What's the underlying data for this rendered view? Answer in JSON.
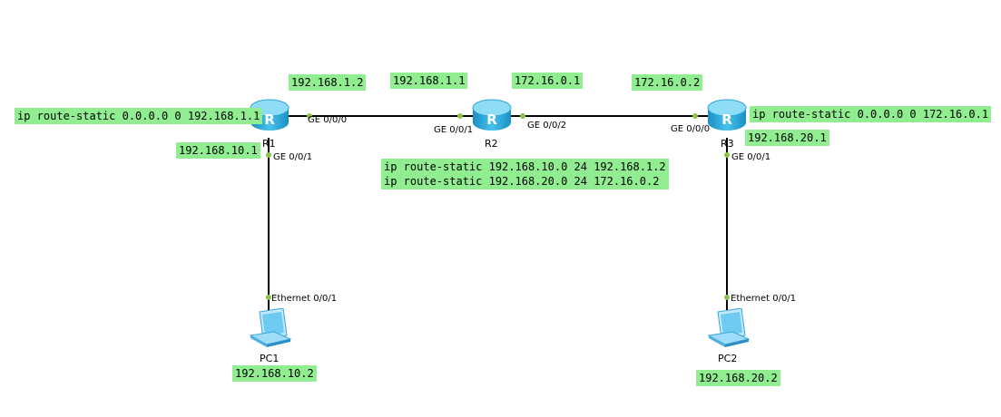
{
  "devices": {
    "r1": {
      "name": "R1",
      "icon": "router-icon"
    },
    "r2": {
      "name": "R2",
      "icon": "router-icon"
    },
    "r3": {
      "name": "R3",
      "icon": "router-icon"
    },
    "pc1": {
      "name": "PC1",
      "icon": "pc-icon"
    },
    "pc2": {
      "name": "PC2",
      "icon": "pc-icon"
    }
  },
  "ports": {
    "r1_g0": "GE 0/0/0",
    "r1_g1": "GE 0/0/1",
    "r2_g1": "GE 0/0/1",
    "r2_g2": "GE 0/0/2",
    "r3_g0": "GE 0/0/0",
    "r3_g1": "GE 0/0/1",
    "pc1_eth": "Ethernet 0/0/1",
    "pc2_eth": "Ethernet 0/0/1"
  },
  "labels": {
    "r1_route": "ip route-static 0.0.0.0 0 192.168.1.1",
    "r1_g0_ip": "192.168.1.2",
    "r1_g1_ip": "192.168.10.1",
    "r2_g1_ip": "192.168.1.1",
    "r2_g2_ip": "172.16.0.1",
    "r2_routes": "ip route-static 192.168.10.0 24 192.168.1.2\nip route-static 192.168.20.0 24 172.16.0.2",
    "r3_g0_ip": "172.16.0.2",
    "r3_route": "ip route-static 0.0.0.0 0 172.16.0.1",
    "r3_g1_ip": "192.168.20.1",
    "pc1_ip": "192.168.10.2",
    "pc2_ip": "192.168.20.2"
  },
  "colors": {
    "label_bg": "#90ee90",
    "port_dot": "#8bc34a",
    "router_body": "#2aa8d8",
    "pc_body": "#5ab8e8"
  }
}
